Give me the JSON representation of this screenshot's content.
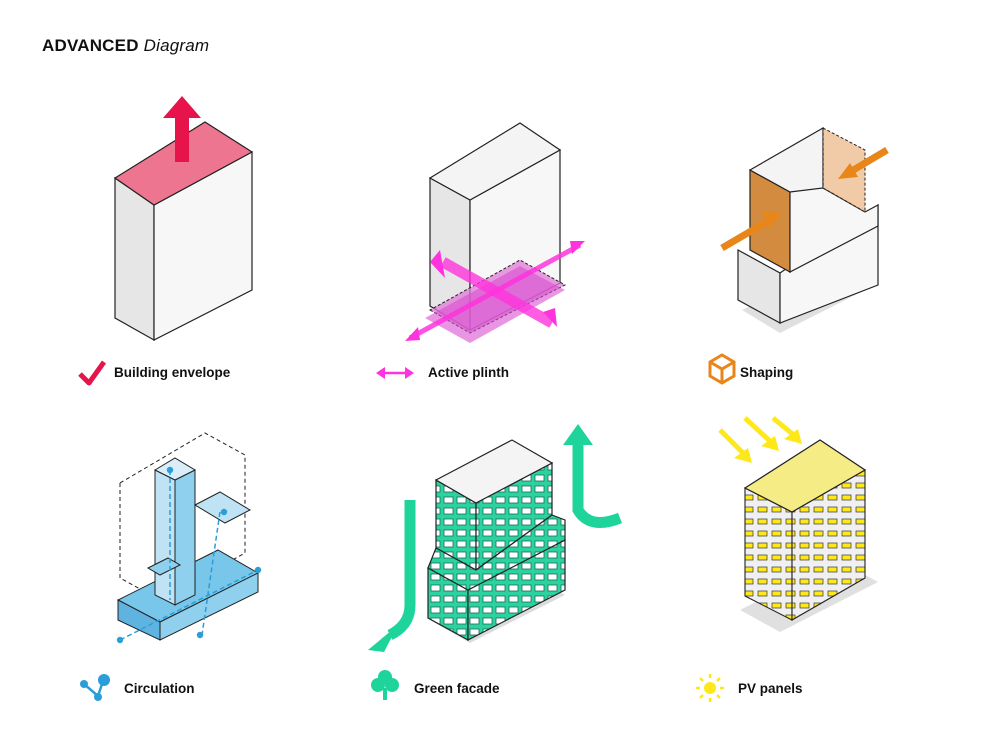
{
  "header": {
    "title_bold": "ADVANCED",
    "title_italic": "Diagram"
  },
  "colors": {
    "envelope": "#e6144a",
    "plinth": "#ff33dd",
    "shaping": "#e8861a",
    "circulation": "#2a9ed8",
    "green": "#1fd49a",
    "pv": "#ffe81a",
    "building_front": "#e6e6e6",
    "building_side": "#f7f7f7",
    "outline": "#222222"
  },
  "items": [
    {
      "label": "Building envelope",
      "icon": "checkmark-icon"
    },
    {
      "label": "Active plinth",
      "icon": "double-arrow-icon"
    },
    {
      "label": "Shaping",
      "icon": "cube-icon"
    },
    {
      "label": "Circulation",
      "icon": "network-icon"
    },
    {
      "label": "Green facade",
      "icon": "tree-icon"
    },
    {
      "label": "PV panels",
      "icon": "sun-icon"
    }
  ]
}
